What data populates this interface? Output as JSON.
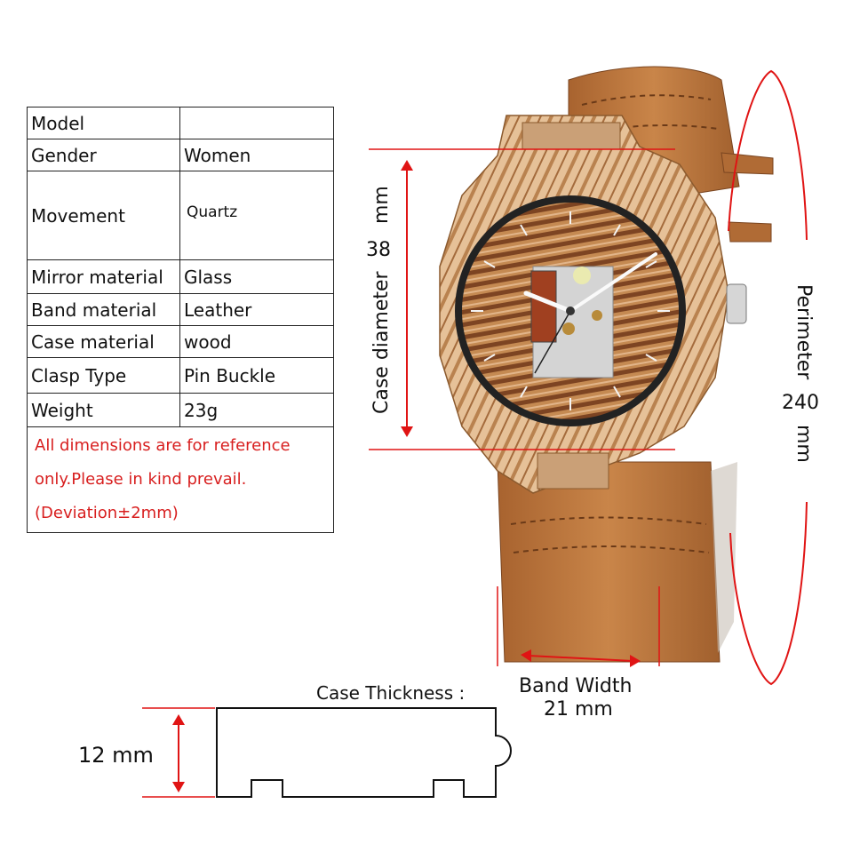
{
  "spec_table": {
    "rows": [
      {
        "key": "Model",
        "value": ""
      },
      {
        "key": "Gender",
        "value": "Women"
      },
      {
        "key": "Movement",
        "value": "Quartz"
      },
      {
        "key": "Mirror material",
        "value": "Glass"
      },
      {
        "key": "Band material",
        "value": "Leather"
      },
      {
        "key": "Case material",
        "value": "wood"
      },
      {
        "key": "Clasp Type",
        "value": "Pin Buckle"
      },
      {
        "key": "Weight",
        "value": "23g"
      }
    ],
    "note_lines": [
      "All dimensions are for reference",
      "only.Please in kind prevail.",
      "(Deviation±2mm)"
    ]
  },
  "dimensions": {
    "case_diameter": {
      "label": "Case diameter",
      "value": "38",
      "unit": "mm"
    },
    "perimeter": {
      "label": "Perimeter",
      "value": "240",
      "unit": "mm"
    },
    "band_width": {
      "label": "Band Width",
      "value": "21 mm"
    },
    "case_thickness": {
      "label": "Case Thickness :",
      "value": "12 mm"
    }
  },
  "colors": {
    "dimension_red": "#e01414",
    "note_red": "#d81f1f",
    "leather": "#b8733e",
    "wood_light": "#e2b98c",
    "wood_dark": "#9a5a2c"
  }
}
